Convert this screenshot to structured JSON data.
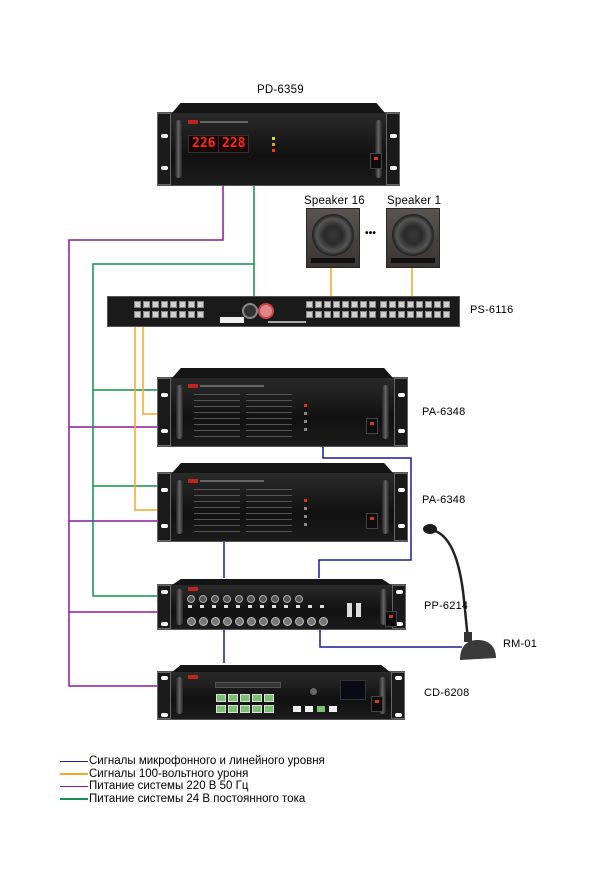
{
  "diagram": {
    "devices": [
      {
        "id": "pd",
        "label": "PD-6359",
        "display_left": "226",
        "display_right": "228"
      },
      {
        "id": "speaker16",
        "label": "Speaker 16"
      },
      {
        "id": "speaker1",
        "label": "Speaker 1"
      },
      {
        "id": "ellipsis",
        "label": "•••"
      },
      {
        "id": "ps",
        "label": "PS-6116"
      },
      {
        "id": "pa1",
        "label": "PA-6348"
      },
      {
        "id": "pa2",
        "label": "PA-6348"
      },
      {
        "id": "pp",
        "label": "PP-6214"
      },
      {
        "id": "mic",
        "label": "RM-01"
      },
      {
        "id": "cd",
        "label": "CD-6208"
      }
    ],
    "colors": {
      "signal": "#1a1a9c",
      "speaker_100v": "#f0a820",
      "power_220": "#8c1a98",
      "power_24": "#10904a"
    },
    "connections": [
      {
        "type": "power_220",
        "from": "PD-6359",
        "to": [
          "PA-6348",
          "PA-6348",
          "PP-6214",
          "CD-6208"
        ]
      },
      {
        "type": "power_24",
        "from": "PD-6359",
        "to": [
          "PS-6116",
          "PA-6348",
          "PA-6348",
          "PP-6214"
        ]
      },
      {
        "type": "speaker_100v",
        "from": "PS-6116",
        "to": [
          "PA-6348",
          "PA-6348",
          "Speaker 16",
          "Speaker 1"
        ]
      },
      {
        "type": "signal",
        "from": "PP-6214",
        "to": [
          "PA-6348",
          "PA-6348",
          "CD-6208",
          "RM-01"
        ]
      }
    ]
  },
  "legend": [
    {
      "key": "signal",
      "color": "#1a1a9c",
      "label": "Сигналы микрофонного и линейного уровня"
    },
    {
      "key": "speaker_100v",
      "color": "#f0a820",
      "label": "Сигналы 100-вольтного уроня"
    },
    {
      "key": "power_220",
      "color": "#8c1a98",
      "label": "Питание системы 220 В 50 Гц"
    },
    {
      "key": "power_24",
      "color": "#10904a",
      "label": "Питание системы 24 В постоянного тока"
    }
  ]
}
